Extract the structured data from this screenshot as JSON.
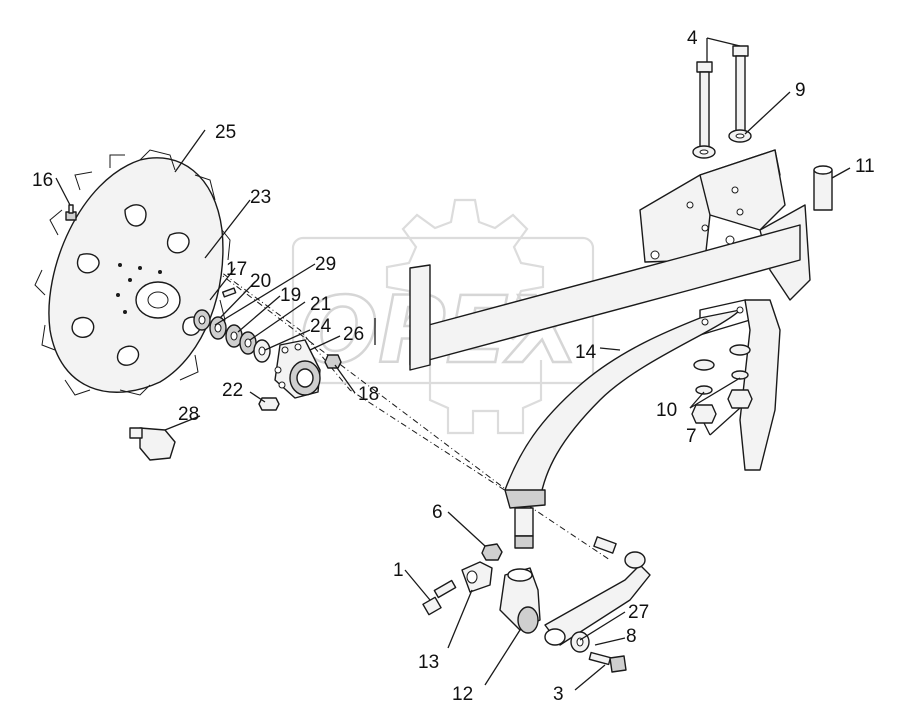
{
  "watermark": {
    "text": "OPEX"
  },
  "callouts": [
    {
      "id": "1",
      "label": "1"
    },
    {
      "id": "3",
      "label": "3"
    },
    {
      "id": "4",
      "label": "4"
    },
    {
      "id": "6",
      "label": "6"
    },
    {
      "id": "7",
      "label": "7"
    },
    {
      "id": "8",
      "label": "8"
    },
    {
      "id": "9",
      "label": "9"
    },
    {
      "id": "10",
      "label": "10"
    },
    {
      "id": "11",
      "label": "11"
    },
    {
      "id": "12",
      "label": "12"
    },
    {
      "id": "13",
      "label": "13"
    },
    {
      "id": "14",
      "label": "14"
    },
    {
      "id": "16",
      "label": "16"
    },
    {
      "id": "17",
      "label": "17"
    },
    {
      "id": "18",
      "label": "18"
    },
    {
      "id": "19",
      "label": "19"
    },
    {
      "id": "20",
      "label": "20"
    },
    {
      "id": "21",
      "label": "21"
    },
    {
      "id": "22",
      "label": "22"
    },
    {
      "id": "23",
      "label": "23"
    },
    {
      "id": "24",
      "label": "24"
    },
    {
      "id": "25",
      "label": "25"
    },
    {
      "id": "26",
      "label": "26"
    },
    {
      "id": "27",
      "label": "27"
    },
    {
      "id": "28",
      "label": "28"
    },
    {
      "id": "29",
      "label": "29"
    }
  ]
}
